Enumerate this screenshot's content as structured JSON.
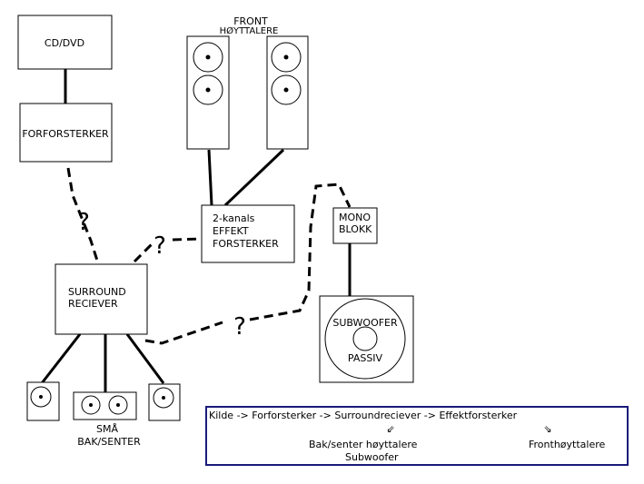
{
  "nodes": {
    "cd_dvd": "CD/DVD",
    "forforsterker": "FORFORSTERKER",
    "front_title": "FRONT",
    "front_subtitle": "HØYTTALERE",
    "effekt_line1": "2-kanals",
    "effekt_line2": "EFFEKT",
    "effekt_line3": "FORSTERKER",
    "mono_line1": "MONO",
    "mono_line2": "BLOKK",
    "surround_line1": "SURROUND",
    "surround_line2": "RECIEVER",
    "subwoofer_label": "SUBWOOFER",
    "subwoofer_passiv": "PASSIV",
    "sma_line1": "SMÅ",
    "sma_line2": "BAK/SENTER"
  },
  "question_marks": [
    "?",
    "?",
    "?"
  ],
  "legend": {
    "chain": "Kilde -> Forforsterker -> Surroundreciever -> Effektforsterker",
    "arrow_left": "⇙",
    "arrow_right": "⇘",
    "bak_senter": "Bak/senter høyttalere",
    "subwoofer": "Subwoofer",
    "front": "Fronthøyttalere"
  },
  "colors": {
    "line": "#000000",
    "legend_border": "#1a1a7a"
  }
}
